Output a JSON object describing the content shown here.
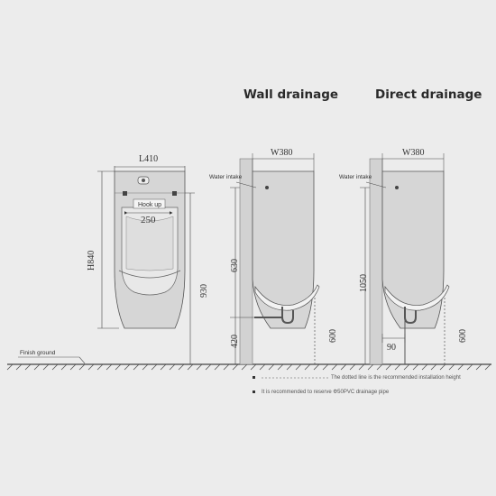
{
  "titles": {
    "wall_drainage": "Wall drainage",
    "direct_drainage": "Direct drainage"
  },
  "labels": {
    "finish_ground": "Finish ground",
    "hook_up": "Hook up",
    "water_intake": "Water intake"
  },
  "dimensions": {
    "front_width": "L410",
    "hook_spacing": "250",
    "front_height": "H840",
    "front_install_height": "930",
    "wall_width": "W380",
    "wall_intake_to_drain": "630",
    "wall_drain_height": "420",
    "wall_bowl_height": "600",
    "direct_width": "W380",
    "direct_intake_height": "1050",
    "direct_drain_offset": "90",
    "direct_bowl_height": "600"
  },
  "notes": [
    "The dotted line is the recommended installation height",
    "It is recommended to reserve Φ50PVC drainage pipe"
  ]
}
